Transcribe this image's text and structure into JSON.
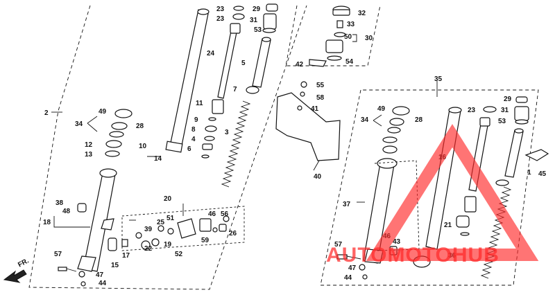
{
  "diagram": {
    "direction_label": "FR.",
    "watermark": "AUTOMOTOHUB",
    "colors": {
      "ink": "#111111",
      "watermark": "#ff2a2a",
      "background": "#ffffff"
    },
    "callouts": [
      "2",
      "3",
      "4",
      "5",
      "6",
      "7",
      "8",
      "9",
      "10",
      "11",
      "12",
      "13",
      "14",
      "15",
      "16",
      "17",
      "18",
      "19",
      "20",
      "21",
      "22",
      "23",
      "24",
      "25",
      "26",
      "28",
      "29",
      "30",
      "31",
      "32",
      "33",
      "34",
      "35",
      "36",
      "37",
      "38",
      "39",
      "40",
      "41",
      "42",
      "43",
      "44",
      "45",
      "46",
      "47",
      "48",
      "49",
      "50",
      "51",
      "52",
      "53",
      "54",
      "55",
      "56",
      "57",
      "58",
      "59",
      "1"
    ]
  }
}
